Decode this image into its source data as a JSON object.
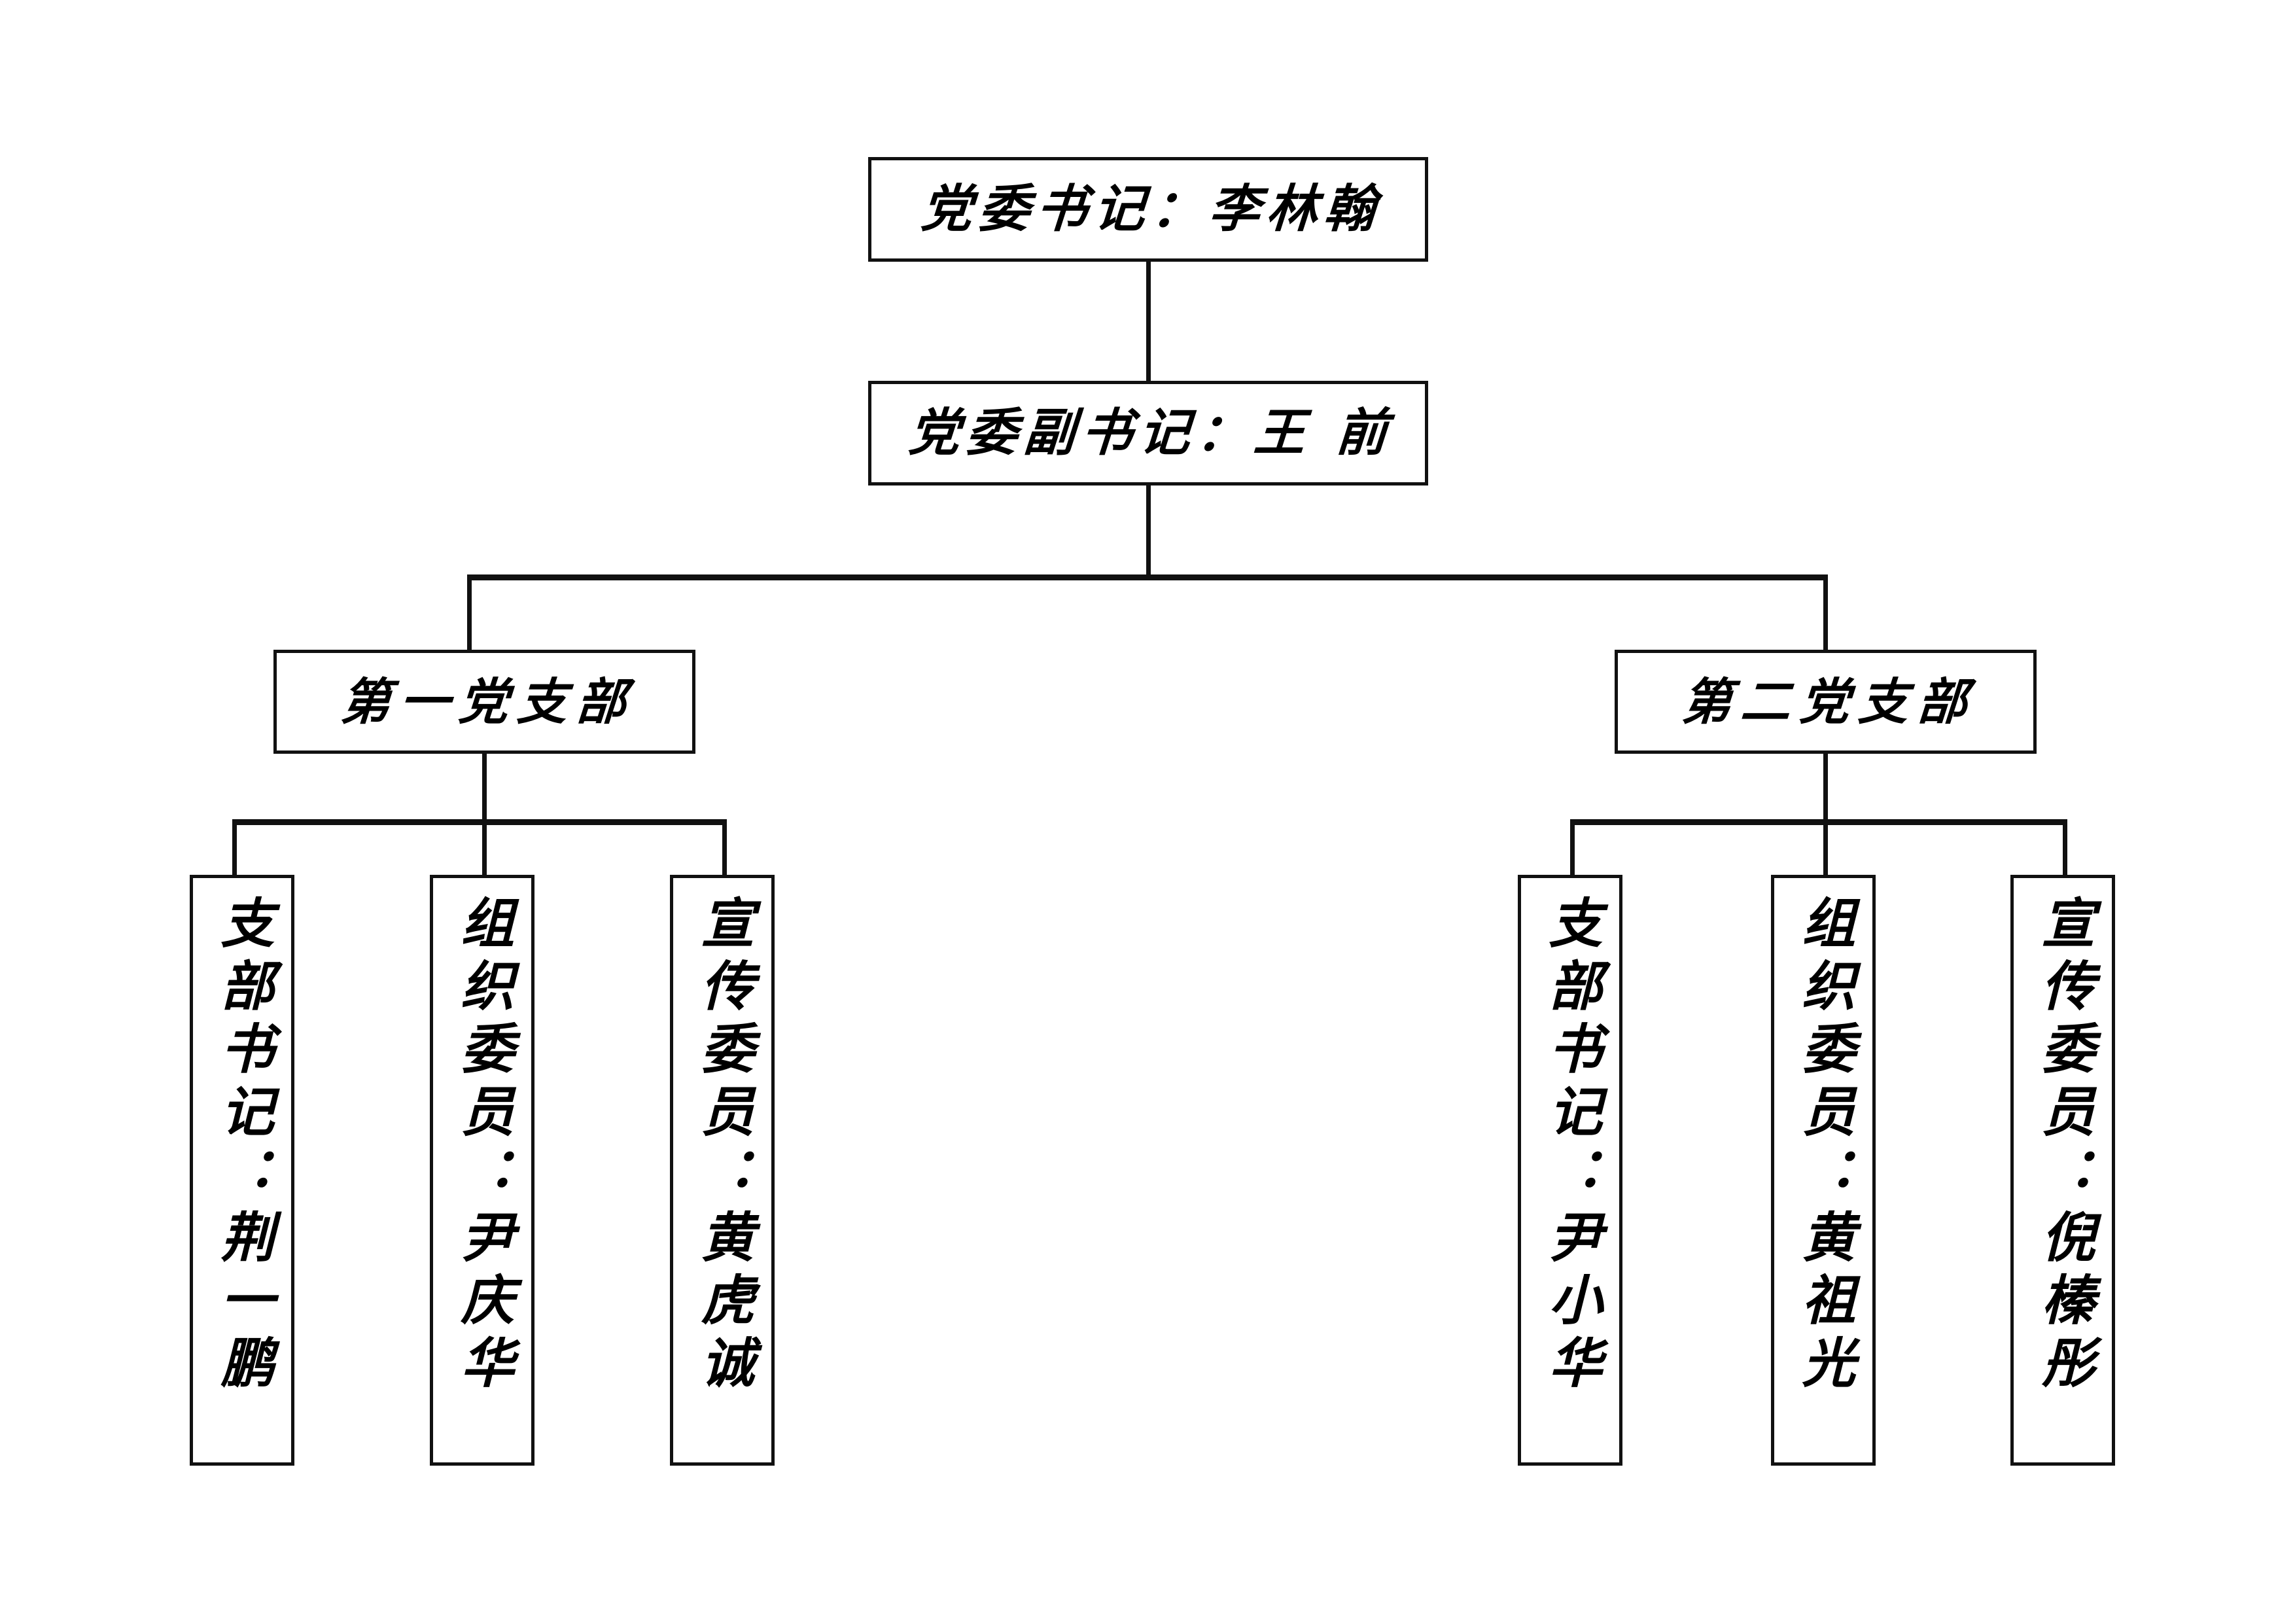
{
  "diagram": {
    "title_top": "党委书记：李林翰",
    "title_deputy": "党委副书记：王 前",
    "branches": [
      {
        "label": "第一党支部",
        "members": [
          "支部书记：荆一鹏",
          "组织委员：尹庆华",
          "宣传委员：黄虎诚"
        ]
      },
      {
        "label": "第二党支部",
        "members": [
          "支部书记：尹小华",
          "组织委员：黄祖光",
          "宣传委员：倪榛彤"
        ]
      }
    ]
  },
  "colors": {
    "stroke": "#111111",
    "background": "#ffffff",
    "text": "#000000"
  }
}
